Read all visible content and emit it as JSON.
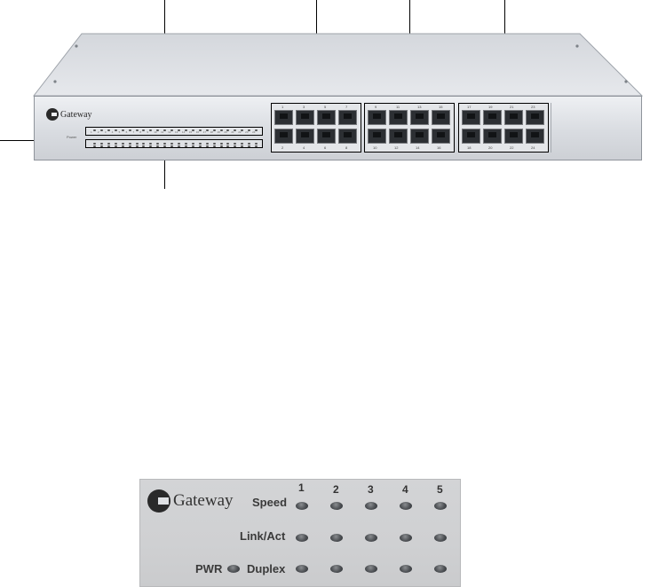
{
  "switch": {
    "brand": "Gateway",
    "power_label": "Power",
    "led_column_numbers": [
      "1",
      "2",
      "3",
      "4",
      "5",
      "6",
      "7",
      "8",
      "9",
      "10",
      "11",
      "12",
      "13",
      "14",
      "15",
      "16",
      "17",
      "18",
      "19",
      "20",
      "21",
      "22",
      "23",
      "24"
    ],
    "port_groups": [
      {
        "top_numbers": [
          "1",
          "3",
          "5",
          "7"
        ],
        "bottom_numbers": [
          "2",
          "4",
          "6",
          "8"
        ]
      },
      {
        "top_numbers": [
          "9",
          "11",
          "13",
          "15"
        ],
        "bottom_numbers": [
          "10",
          "12",
          "14",
          "16"
        ]
      },
      {
        "top_numbers": [
          "17",
          "19",
          "21",
          "23"
        ],
        "bottom_numbers": [
          "18",
          "20",
          "22",
          "24"
        ]
      }
    ]
  },
  "detail": {
    "brand": "Gateway",
    "port_numbers": [
      "1",
      "2",
      "3",
      "4",
      "5"
    ],
    "row_labels": {
      "speed": "Speed",
      "link": "Link/Act",
      "duplex": "Duplex",
      "power": "PWR"
    },
    "led_color": "#4c4f53"
  }
}
